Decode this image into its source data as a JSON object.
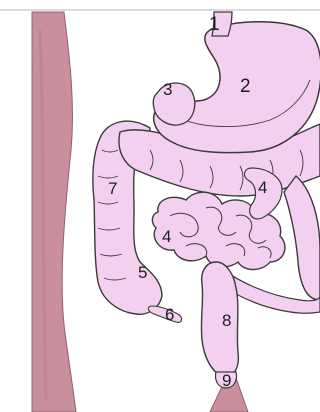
{
  "diagram": {
    "labels": {
      "esophagus": "1",
      "stomach": "2",
      "duodenum": "3",
      "small_intestine_upper": "4",
      "small_intestine_lower": "4",
      "cecum": "5",
      "appendix": "6",
      "ascending_colon": "7",
      "sigmoid_colon": "8",
      "rectum": "9"
    },
    "colors": {
      "organ_fill": "#f4d0f0",
      "organ_outline": "#3a3a3a",
      "body_wall": "#c98f9c"
    }
  }
}
